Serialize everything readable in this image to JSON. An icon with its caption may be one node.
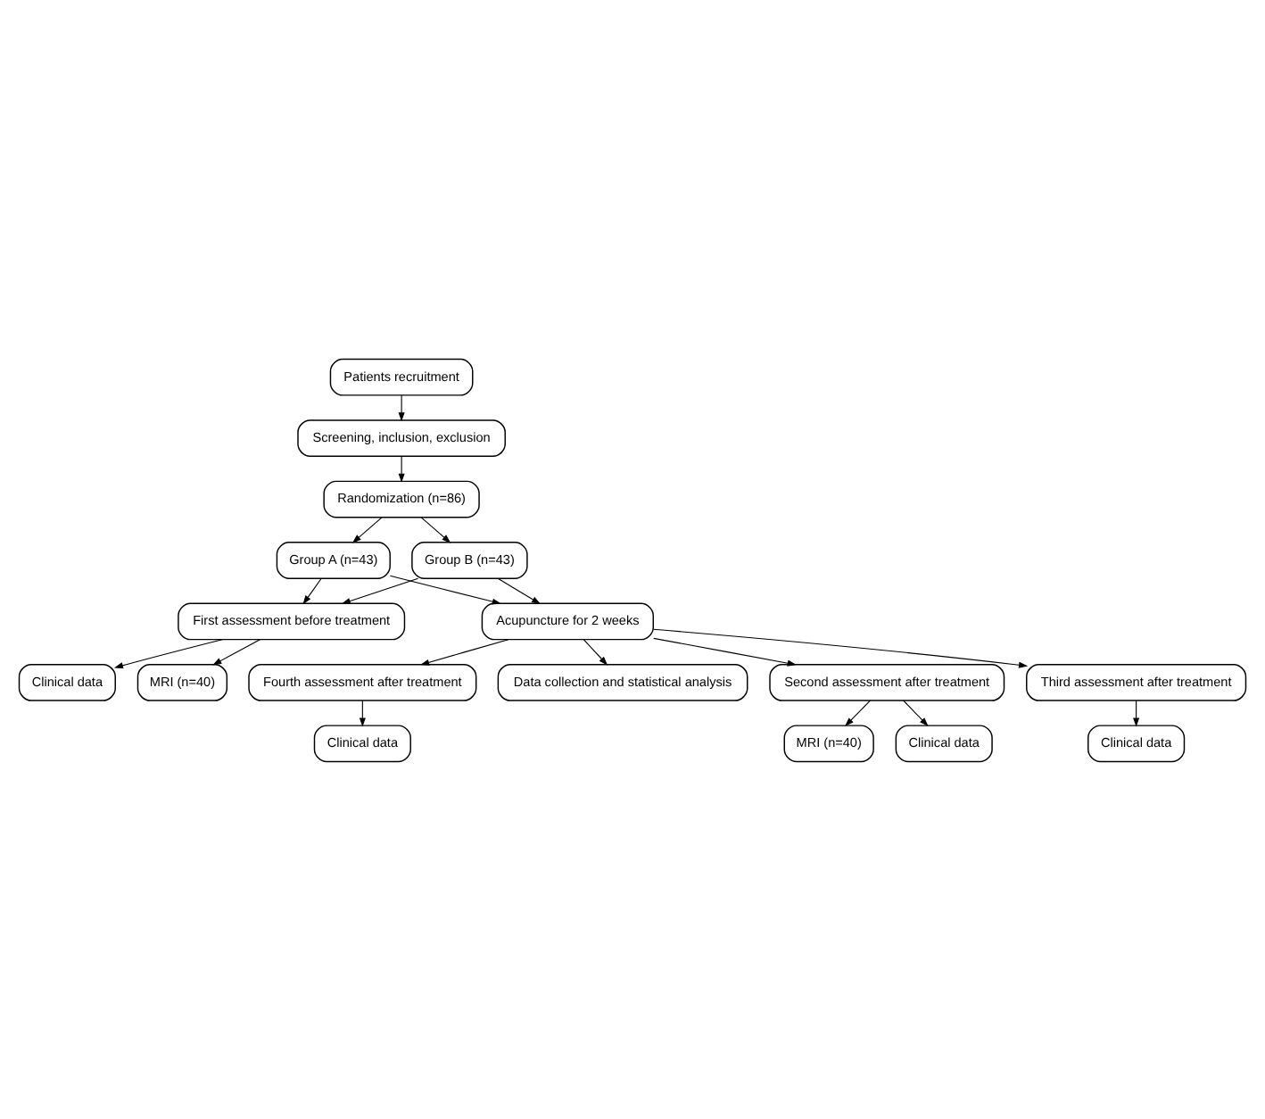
{
  "diagram": {
    "nodes": [
      {
        "text": [
          "Patients recruitment"
        ]
      },
      {
        "text": [
          "Screening, inclusion, exclusion"
        ]
      },
      {
        "text": [
          "Randomization (n=86)"
        ]
      },
      {
        "text": [
          "Group A (n=43)"
        ]
      },
      {
        "text": [
          "Group B (n=43)"
        ]
      },
      {
        "text": [
          "First assessment before treatment"
        ]
      },
      {
        "text": [
          "Clinical data"
        ]
      },
      {
        "text": [
          "MRI (n=40)"
        ]
      },
      {
        "text": [
          "Acupuncture for 2 weeks"
        ]
      },
      {
        "text": [
          "Second assessment after treatment"
        ]
      },
      {
        "text": [
          "Clinical data"
        ]
      },
      {
        "text": [
          "MRI (n=40)"
        ]
      },
      {
        "text": [
          "Third assessment after treatment"
        ]
      },
      {
        "text": [
          "Clinical data"
        ]
      },
      {
        "text": [
          "Fourth assessment after treatment"
        ]
      },
      {
        "text": [
          "Clinical data"
        ]
      },
      {
        "text": [
          "Data collection and statistical analysis"
        ]
      }
    ],
    "edges": [
      {
        "from": 0,
        "to": 1,
        "arrow": "to"
      },
      {
        "from": 1,
        "to": 2,
        "arrow": "to"
      },
      {
        "from": 2,
        "to": 3,
        "arrow": "to"
      },
      {
        "from": 2,
        "to": 4,
        "arrow": "to"
      },
      {
        "from": 3,
        "to": 8,
        "arrow": "to"
      },
      {
        "from": 4,
        "to": 8,
        "arrow": "to"
      },
      {
        "from": 3,
        "to": 5,
        "arrow": "to"
      },
      {
        "from": 4,
        "to": 5,
        "arrow": "to"
      },
      {
        "from": 5,
        "to": 6,
        "arrow": "to"
      },
      {
        "from": 5,
        "to": 7,
        "arrow": "to"
      },
      {
        "from": 8,
        "to": 9,
        "arrow": "to"
      },
      {
        "from": 9,
        "to": 10,
        "arrow": "to"
      },
      {
        "from": 9,
        "to": 11,
        "arrow": "to"
      },
      {
        "from": 8,
        "to": 12,
        "arrow": "to"
      },
      {
        "from": 12,
        "to": 13,
        "arrow": "to"
      },
      {
        "from": 8,
        "to": 14,
        "arrow": "to"
      },
      {
        "from": 14,
        "to": 15,
        "arrow": "to"
      },
      {
        "from": 8,
        "to": 16,
        "arrow": "to"
      }
    ]
  }
}
